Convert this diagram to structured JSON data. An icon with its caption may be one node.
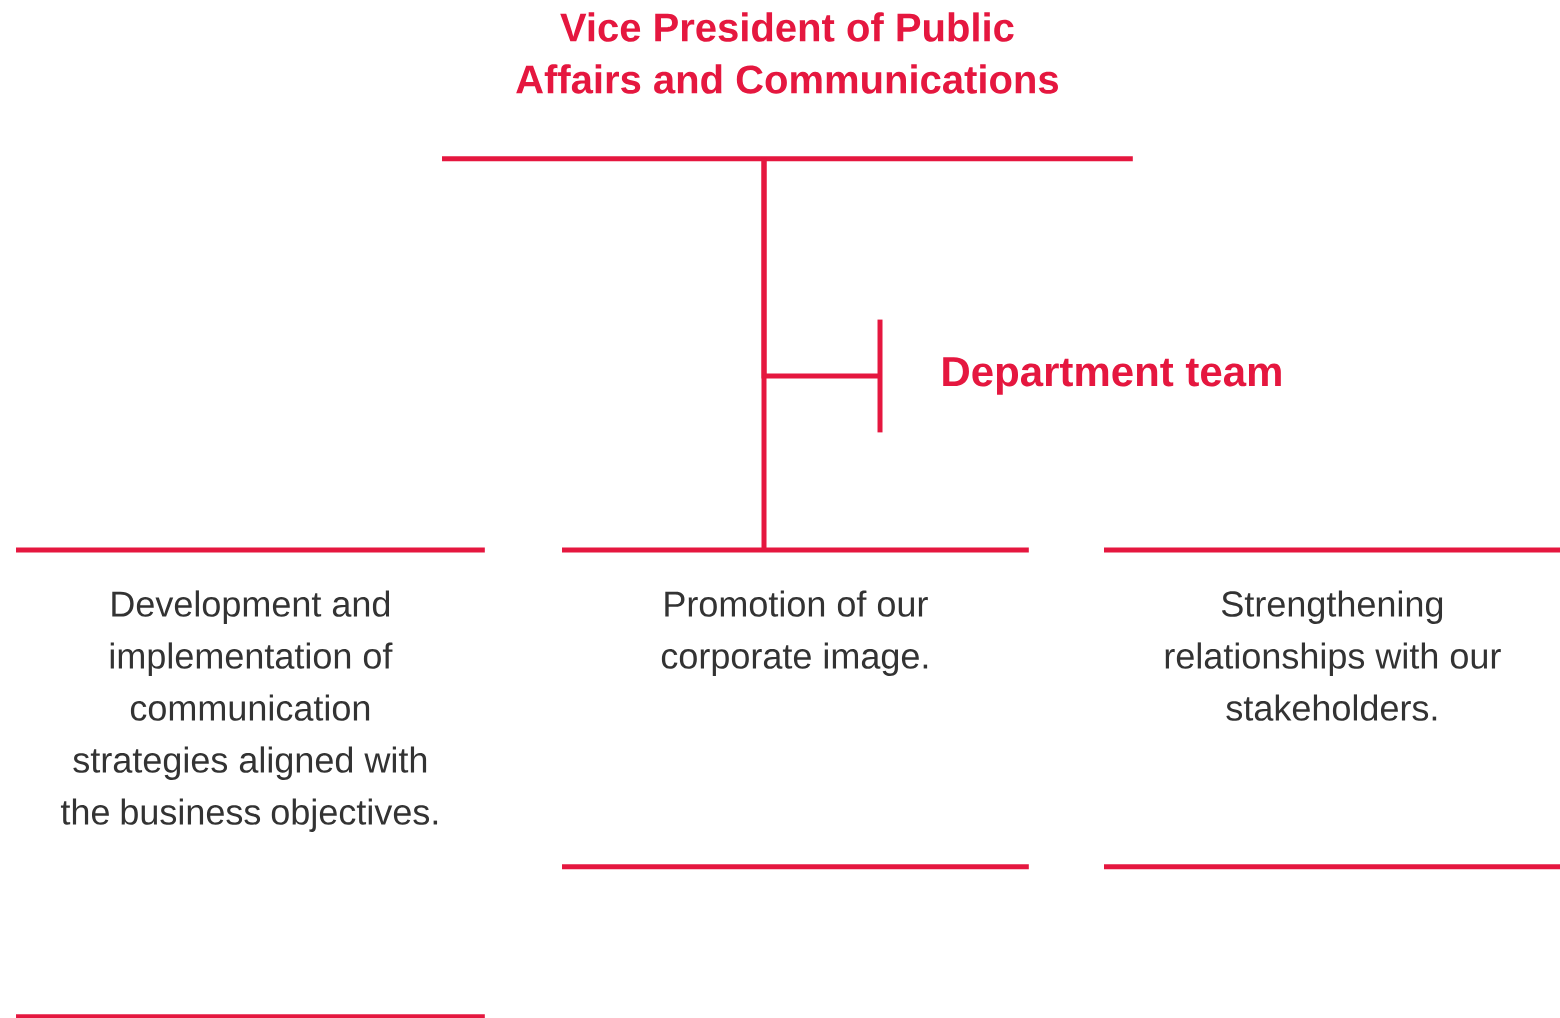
{
  "diagram": {
    "nodes": [
      {
        "text": [
          "Vice President of Public Affairs and Communications"
        ]
      },
      {
        "text": [
          "Department team"
        ]
      },
      {
        "text": [
          "Development and implementation of communication strategies aligned with the business objectives."
        ]
      },
      {
        "text": [
          "Promotion of our corporate image."
        ]
      },
      {
        "text": [
          "Strengthening relationships with our stakeholders."
        ]
      }
    ],
    "edges": [
      {
        "from": 0,
        "to": 3,
        "arrow": "none"
      },
      {
        "from": 0,
        "to": 1,
        "arrow": "none"
      }
    ]
  }
}
